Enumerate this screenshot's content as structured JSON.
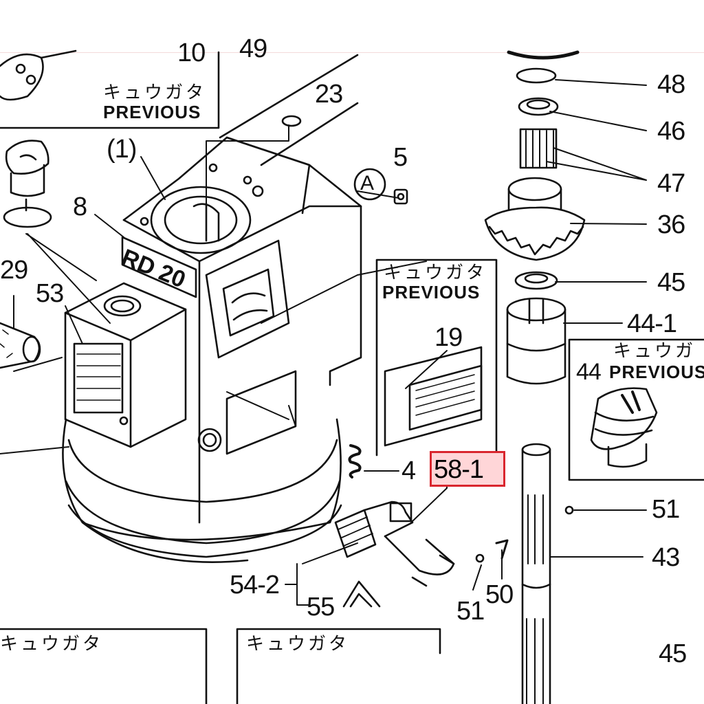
{
  "callouts": {
    "c10": "10",
    "c49": "49",
    "c23": "23",
    "c1": "(1)",
    "c5": "5",
    "cA": "A",
    "c8": "8",
    "c29": "29",
    "c53": "53",
    "c19": "19",
    "c4": "4",
    "c58_1": "58-1",
    "c48": "48",
    "c46": "46",
    "c47": "47",
    "c36": "36",
    "c45": "45",
    "c44_1": "44-1",
    "c44": "44",
    "c51a": "51",
    "c43": "43",
    "c50": "50",
    "c51b": "51",
    "c54_2": "54-2",
    "c55": "55",
    "c45b": "45"
  },
  "badge_text": "RD 20",
  "boxes": {
    "topleft": {
      "kata": "キュウガタ",
      "prev": "PREVIOUS"
    },
    "center": {
      "kata": "キュウガタ",
      "prev": "PREVIOUS"
    },
    "right": {
      "kata": "キュウガ",
      "prev": "PREVIOUS"
    },
    "bottomleft": {
      "kata": "キュウガタ"
    },
    "bottommid": {
      "kata": "キュウガタ"
    }
  },
  "highlight": {
    "label": "58-1",
    "color": "#d9262e"
  }
}
